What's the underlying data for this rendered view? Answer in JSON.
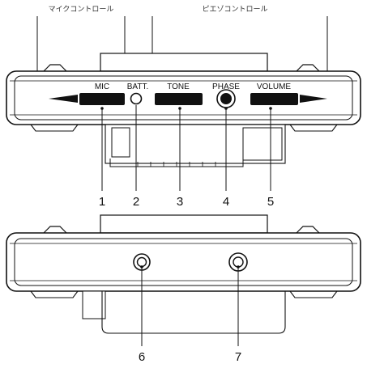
{
  "captions": {
    "mic_control": "マイクコントロール",
    "piezo_control": "ピエゾコントロール"
  },
  "top_panel": {
    "labels": {
      "mic": "MIC",
      "batt": "BATT.",
      "tone": "TONE",
      "phase": "PHASE",
      "volume": "VOLUME"
    },
    "callouts": [
      "1",
      "2",
      "3",
      "4",
      "5"
    ]
  },
  "bottom_panel": {
    "callouts": [
      "6",
      "7"
    ]
  }
}
